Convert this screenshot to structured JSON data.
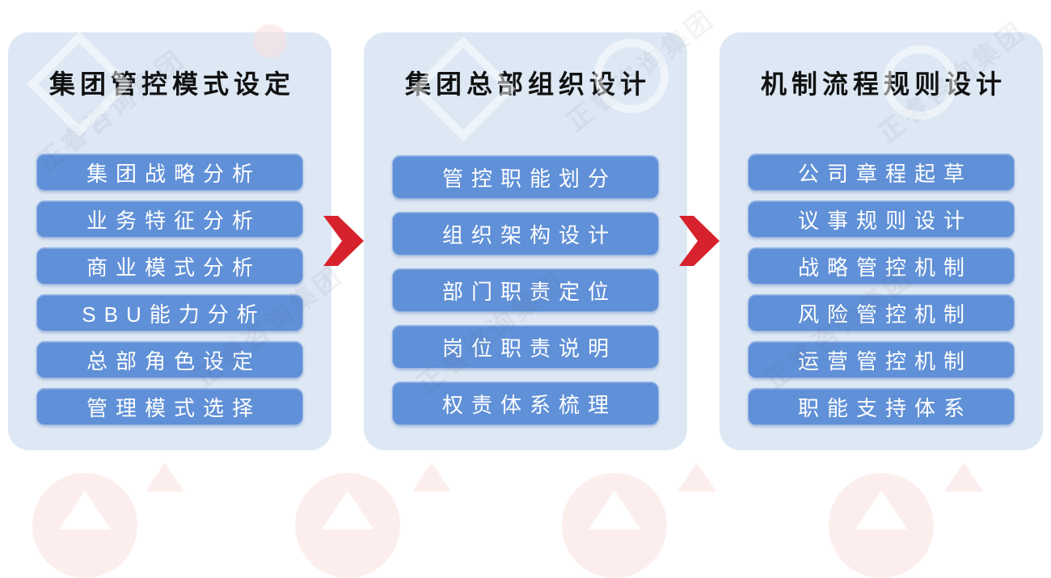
{
  "diagram": {
    "columns": [
      {
        "title": "集团管控模式设定",
        "items": [
          "集团战略分析",
          "业务特征分析",
          "商业模式分析",
          "SBU能力分析",
          "总部角色设定",
          "管理模式选择"
        ]
      },
      {
        "title": "集团总部组织设计",
        "items": [
          "管控职能划分",
          "组织架构设计",
          "部门职责定位",
          "岗位职责说明",
          "权责体系梳理"
        ]
      },
      {
        "title": "机制流程规则设计",
        "items": [
          "公司章程起草",
          "议事规则设计",
          "战略管控机制",
          "风险管控机制",
          "运营管控机制",
          "职能支持体系"
        ]
      }
    ]
  },
  "watermark": {
    "text": "正睿咨询集团"
  },
  "colors": {
    "panel_bg": "#dde8f4",
    "button_bg": "#6090d7",
    "button_border": "#93b4e8",
    "button_text": "#ffffff",
    "arrow": "#d7222d",
    "title": "#111111",
    "watermark_pink": "#fdeeee"
  }
}
